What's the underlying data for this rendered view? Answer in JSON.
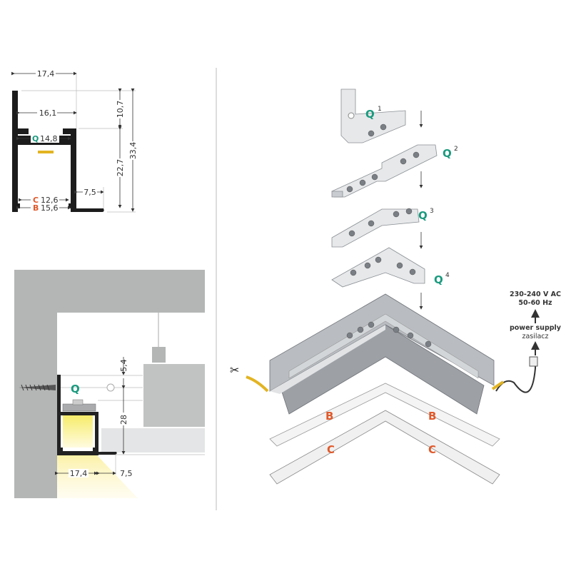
{
  "cross_section": {
    "width_total": "17,4",
    "width_inner_top": "16,1",
    "q_label": "Q",
    "q_width": "14,8",
    "c_label": "C",
    "c_width": "12,6",
    "b_label": "B",
    "b_width": "15,6",
    "flange": "7,5",
    "height_top": "10,7",
    "height_bottom": "22,7",
    "height_total": "33,4"
  },
  "installation": {
    "q_label": "Q",
    "gap": "5,4",
    "height": "28",
    "width": "17,4",
    "flange": "7,5"
  },
  "assembly": {
    "q1": {
      "letter": "Q",
      "index": "1"
    },
    "q2": {
      "letter": "Q",
      "index": "2"
    },
    "q3": {
      "letter": "Q",
      "index": "3"
    },
    "q4": {
      "letter": "Q",
      "index": "4"
    },
    "b_left": "B",
    "b_right": "B",
    "c_left": "C",
    "c_right": "C",
    "voltage": "230-240 V AC",
    "frequency": "50-60 Hz",
    "power_supply_en": "power supply",
    "power_supply_pl": "zasilacz"
  },
  "colors": {
    "q": "#1a9a7e",
    "bc": "#e0592a",
    "wall": "#b4b5b5",
    "light": "#f3e870"
  }
}
